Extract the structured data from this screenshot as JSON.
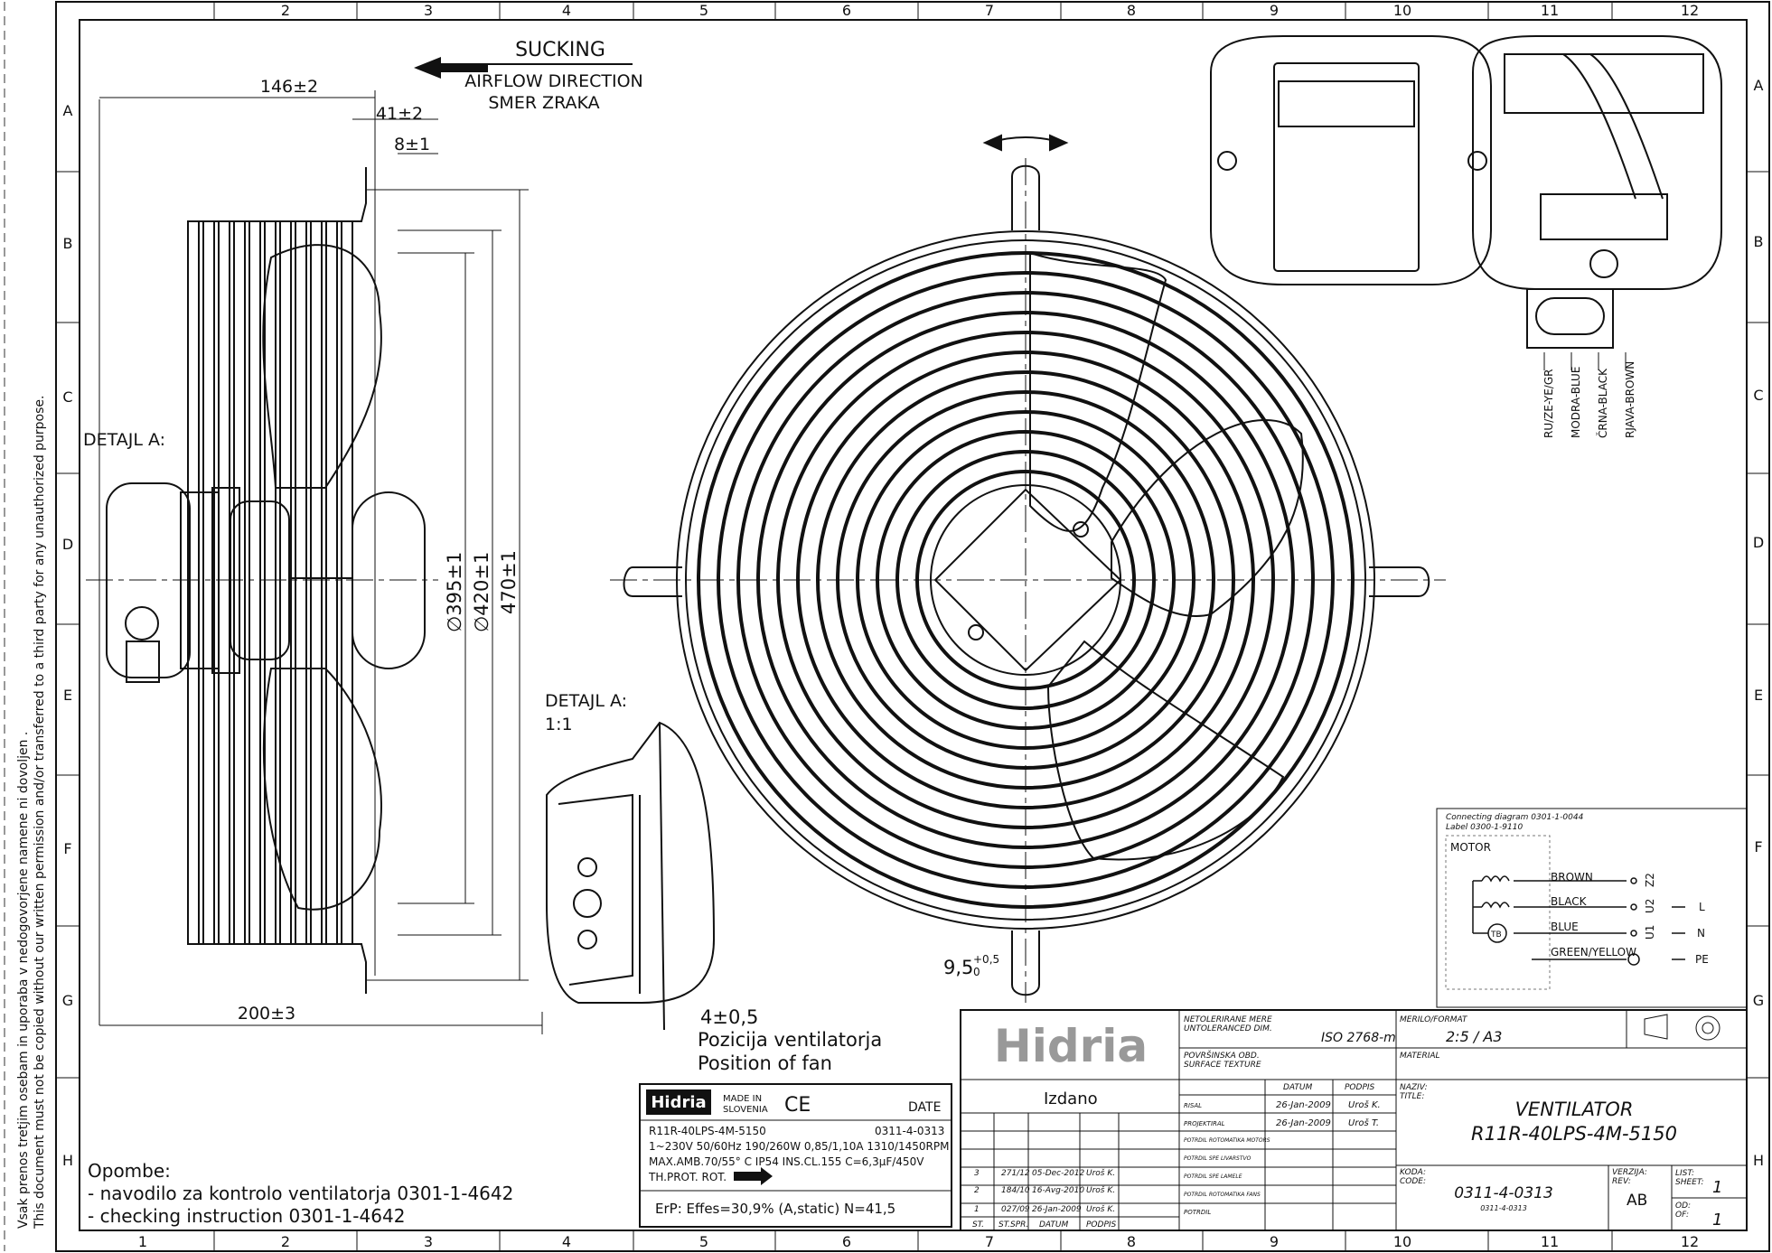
{
  "frame": {
    "columns": [
      "1",
      "2",
      "3",
      "4",
      "5",
      "6",
      "7",
      "8",
      "9",
      "10",
      "11",
      "12"
    ],
    "top_columns": [
      "2",
      "3",
      "4",
      "5",
      "6",
      "7",
      "8",
      "9",
      "10",
      "11",
      "12"
    ],
    "rows": [
      "A",
      "B",
      "C",
      "D",
      "E",
      "F",
      "G",
      "H"
    ]
  },
  "side_note": {
    "line1": "Vsak prenos tretjim osebam in uporaba v nedogovorjene namene ni dovoljen .",
    "line2": "This document must not be copied without our written permission and/or transferred to a third party for any unauthorized purpose."
  },
  "airflow": {
    "sucking": "SUCKING",
    "direction": "AIRFLOW DIRECTION",
    "smer": "SMER ZRAKA"
  },
  "dimensions": {
    "d146": "146±2",
    "d41": "41±2",
    "d8": "8±1",
    "d395": "∅395±1",
    "d420": "∅420±1",
    "d470": "470±1",
    "d200": "200±3",
    "d4": "4±0,5",
    "d9_5": "9,5",
    "d9_5_tol_top": "+0,5",
    "d9_5_tol_bottom": "0"
  },
  "detail": {
    "label_side": "DETAJL A:",
    "label_view": "DETAJL A:",
    "scale": "1:1",
    "position_sl": "Pozicija ventilatorja",
    "position_en": "Position of fan"
  },
  "wiring_labels": {
    "w1": "RU/ZE-YE/GR",
    "w2": "MODRA-BLUE",
    "w3": "ČRNA-BLACK",
    "w4": "RJAVA-BROWN"
  },
  "connection_label": {
    "pe": "PE",
    "n": "N",
    "l": "L",
    "u2": "U2",
    "z2": "Z2",
    "u1": "U1",
    "brown": "BROWN",
    "black": "BLACK",
    "blue": "BLUE",
    "gy": "GREEN/YELLOW",
    "motor": "MOTOR",
    "tb": "TB"
  },
  "connecting_diagram": {
    "title1": "Connecting diagram 0301-1-0044",
    "title2": "Label 0300-1-9110",
    "motor": "MOTOR",
    "brown": "BROWN",
    "black": "BLACK",
    "blue": "BLUE",
    "gy": "GREEN/YELLOW",
    "z2": "Z2",
    "u2": "U2",
    "u1": "U1",
    "l": "L",
    "n": "N",
    "pe": "PE",
    "tb": "TB"
  },
  "nameplate": {
    "brand": "Hidria",
    "made_in": "MADE IN",
    "slovenia": "SLOVENIA",
    "ce": "CE",
    "date": "DATE",
    "model": "R11R-40LPS-4M-5150",
    "code": "0311-4-0313",
    "spec1": "1~230V 50/60Hz 190/260W 0,85/1,10A 1310/1450RPM",
    "spec2": "MAX.AMB.70/55° C IP54 INS.CL.155 C=6,3μF/450V",
    "th_prot": "TH.PROT. ROT.",
    "erp": "ErP: Effes=30,9%  (A,static)  N=41,5"
  },
  "notes": {
    "title": "Opombe:",
    "line1": "- navodilo za kontrolo ventilatorja 0301-1-4642",
    "line2": "- checking instruction 0301-1-4642"
  },
  "title_block": {
    "logo": "Hidria",
    "netol_sl": "NETOLERIRANE MERE",
    "netol_en": "UNTOLERANCED DIM.",
    "iso": "ISO 2768-m",
    "merilo_label": "MERILO/FORMAT",
    "merilo": "2:5 / A3",
    "surf_sl": "POVRŠINSKA OBD.",
    "surf_en": "SURFACE TEXTURE",
    "material": "MATERIAL",
    "izdano": "Izdano",
    "datum_h": "DATUM",
    "podpis_h": "PODPIS",
    "risal": "RISAL",
    "risal_date": "26-Jan-2009",
    "risal_sig": "Uroš K.",
    "proj": "PROJEKTIRAL",
    "proj_date": "26-Jan-2009",
    "proj_sig": "Uroš T.",
    "potrdil_rm": "POTRDIL\nROTOMATIKA MOTORS",
    "potrdil_sl": "POTRDIL\nSPE LIVARSTVO",
    "potrdil_la": "POTRDIL\nSPE LAMELE",
    "potrdil_rf": "POTRDIL\nROTOMATIKA FANS",
    "potrdil": "POTRDIL",
    "naziv": "NAZIV:",
    "title_label": "TITLE:",
    "title1": "VENTILATOR",
    "title2": "R11R-40LPS-4M-5150",
    "koda": "KODA:",
    "code_label": "CODE:",
    "code": "0311-4-0313",
    "code_small": "0311-4-0313",
    "verzija": "VERZIJA:",
    "rev": "REV:",
    "rev_val": "AB",
    "list": "LIST:",
    "sheet": "SHEET:",
    "sheet_val": "1",
    "od": "OD:",
    "of": "OF:",
    "of_val": "1",
    "revisions": [
      {
        "st": "3",
        "spr": "271/12",
        "datum": "05-Dec-2012",
        "podpis": "Uroš K."
      },
      {
        "st": "2",
        "spr": "184/10",
        "datum": "16-Avg-2010",
        "podpis": "Uroš K."
      },
      {
        "st": "1",
        "spr": "027/09",
        "datum": "26-Jan-2009",
        "podpis": "Uroš K."
      }
    ],
    "st_h": "ST.",
    "stspr_h": "ST.SPR.",
    "datum_col": "DATUM",
    "podpis_col": "PODPIS"
  }
}
